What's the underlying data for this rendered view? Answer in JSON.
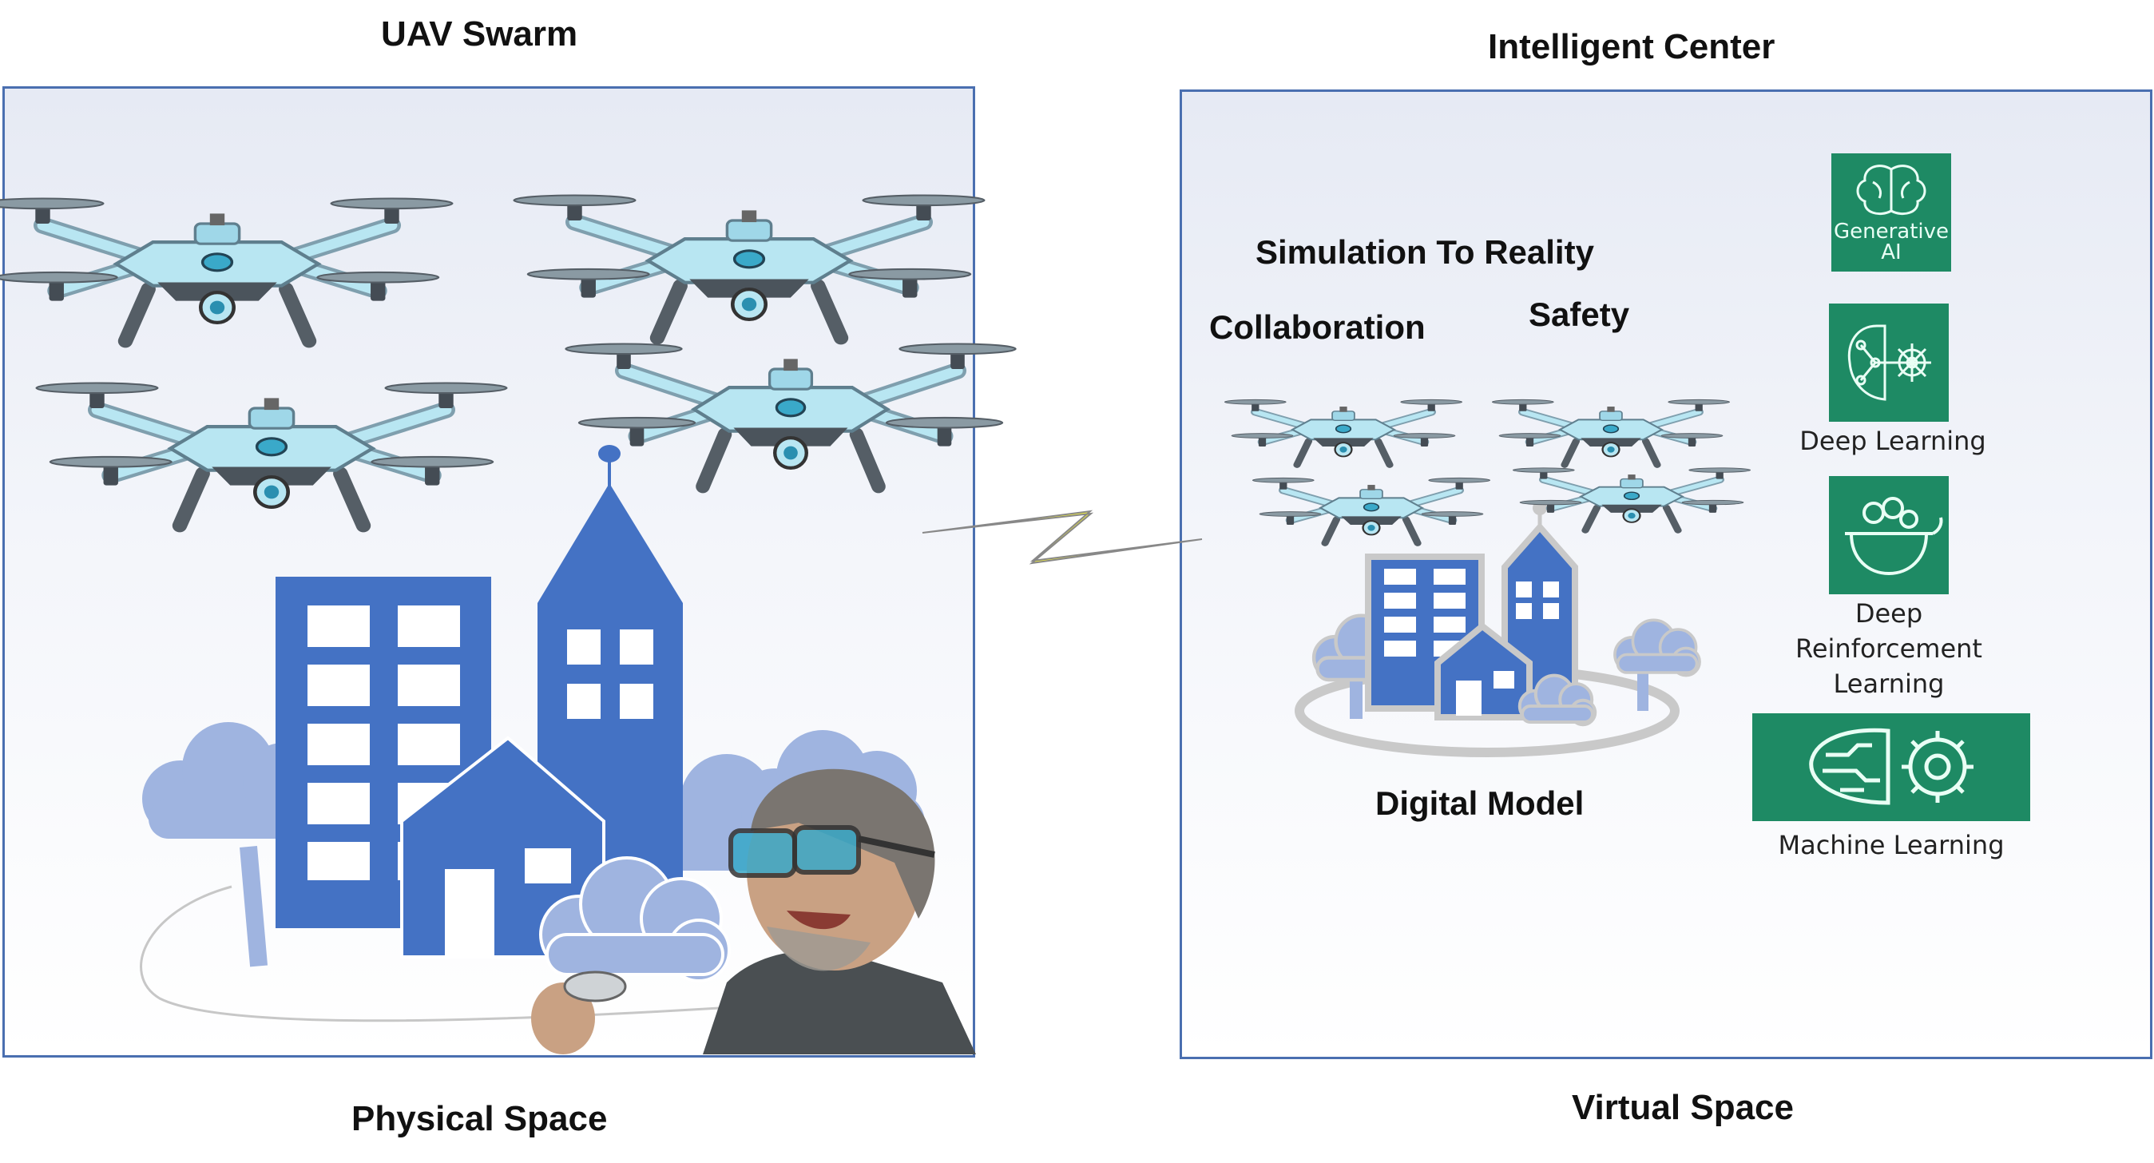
{
  "physical": {
    "top_title": "UAV Swarm",
    "bottom_title": "Physical Space"
  },
  "virtual": {
    "top_title": "Intelligent Center",
    "bottom_title": "Virtual Space",
    "labels": {
      "sim": "Simulation To Reality",
      "collab": "Collaboration",
      "safety": "Safety",
      "model": "Digital Model"
    }
  },
  "ai": {
    "generative_line1": "Generative",
    "generative_line2": "AI",
    "deep_learning": "Deep Learning",
    "drl_line1": "Deep",
    "drl_line2": "Reinforcement",
    "drl_line3": "Learning",
    "machine_learning": "Machine Learning"
  },
  "colors": {
    "building": "#4472c4",
    "tree": "#9fb4e0",
    "drone": "#b8e6f2",
    "tile": "#1e8a64",
    "lightning": "#f5f23c",
    "frame": "#4a6fb0"
  }
}
